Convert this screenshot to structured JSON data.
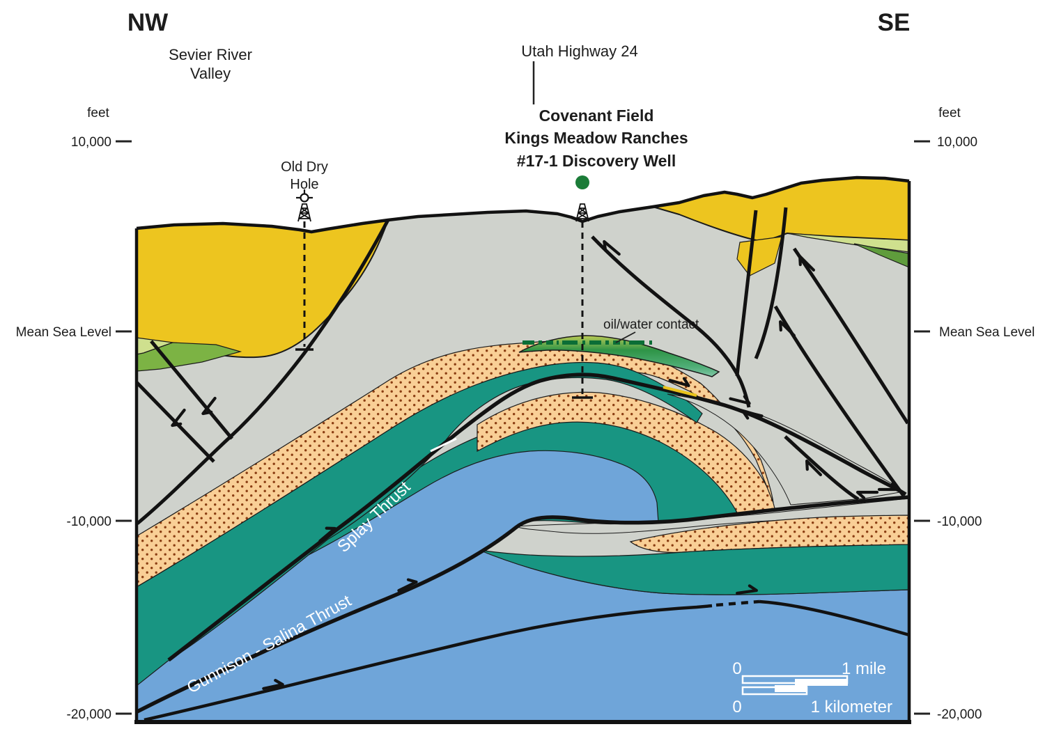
{
  "header": {
    "nw": "NW",
    "se": "SE"
  },
  "surface_labels": {
    "valley_line1": "Sevier River",
    "valley_line2": "Valley",
    "highway": "Utah Highway 24"
  },
  "wells": {
    "discovery": {
      "line1": "Covenant Field",
      "line2": "Kings Meadow Ranches",
      "line3": "#17-1 Discovery Well",
      "marker_color": "#1b7c38"
    },
    "old_dry": {
      "line1": "Old Dry",
      "line2": "Hole"
    }
  },
  "annotations": {
    "oil_water_contact": "oil/water contact",
    "splay_thrust": "Splay Thrust",
    "gunnison_salina_thrust": "Gunnison - Salina Thrust"
  },
  "axis": {
    "unit_left": "feet",
    "unit_right": "feet",
    "left": [
      "10,000",
      "Mean Sea Level",
      "-10,000",
      "-20,000"
    ],
    "right": [
      "10,000",
      "Mean Sea Level",
      "-10,000",
      "-20,000"
    ]
  },
  "scale_bar": {
    "mile_zero": "0",
    "mile_label": "1 mile",
    "km_zero": "0",
    "km_label": "1 kilometer"
  },
  "palette": {
    "background_gray": "#CFD2CC",
    "valley_yellow": "#EDC51F",
    "light_green": "#CFE08E",
    "mid_green": "#7CB344",
    "dark_green": "#5F9C3C",
    "sandstone_orange": "#F9CF96",
    "sandstone_dot_brown": "#8A3D12",
    "shale_teal": "#189582",
    "basement_blue": "#6FA5D9",
    "reservoir_green": "#2E9447",
    "oil_water_line_green": "#0B6E36",
    "fault_black": "#121212"
  }
}
